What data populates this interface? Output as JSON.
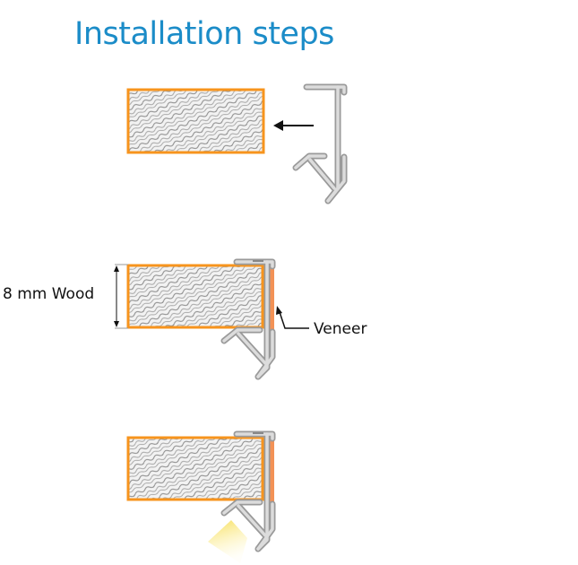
{
  "title": "Installation steps",
  "labels": {
    "wood_thickness": "8 mm Wood",
    "veneer": "Veneer"
  },
  "colors": {
    "title": "#1b8cc8",
    "wood_border": "#f7941d",
    "veneer": "#f39256",
    "profile_fill": "#dcdcdc",
    "profile_stroke": "#9a9a9a",
    "light": "#f7e27a"
  },
  "steps": [
    "step-1",
    "step-2",
    "step-3"
  ]
}
